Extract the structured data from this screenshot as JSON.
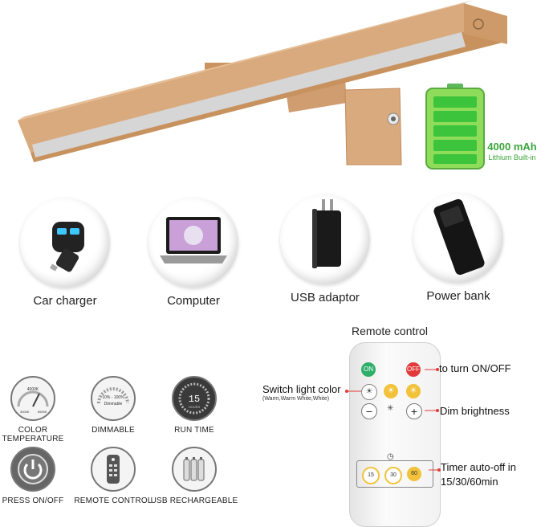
{
  "battery": {
    "capacity": "4000 mAh",
    "type": "Lithium Built-in"
  },
  "power_sources": [
    {
      "label": "Car charger",
      "icon": "car-charger-icon"
    },
    {
      "label": "Computer",
      "icon": "laptop-icon"
    },
    {
      "label": "USB adaptor",
      "icon": "usb-adaptor-icon"
    },
    {
      "label": "Power bank",
      "icon": "power-bank-icon"
    }
  ],
  "features": [
    {
      "label": "COLOR TEMPERATURE",
      "icon": "color-temperature-icon",
      "gauge_text": "4000K",
      "gauge_min": "3000K",
      "gauge_max": "6500K"
    },
    {
      "label": "DIMMABLE",
      "icon": "dimmable-icon",
      "gauge_text": "10% - 100%",
      "gauge_sub": "Dimmable"
    },
    {
      "label": "RUN TIME",
      "icon": "run-time-icon",
      "gauge_text": "15",
      "gauge_sub": "HOURS"
    },
    {
      "label": "PRESS ON/OFF",
      "icon": "power-icon"
    },
    {
      "label": "REMOTE CONTROL",
      "icon": "remote-icon"
    },
    {
      "label": "USB RECHARGEABLE",
      "icon": "battery-cells-icon"
    }
  ],
  "remote": {
    "title": "Remote control",
    "on_label": "ON",
    "off_label": "OFF",
    "timer_values": [
      "15",
      "30",
      "60"
    ],
    "callouts": {
      "on_off": "to turn ON/OFF",
      "switch_color": "Switch light color",
      "switch_color_sub": "(Warm,Warm White,White)",
      "dim": "Dim brightness",
      "timer_line1": "Timer auto-off in",
      "timer_line2": "15/30/60min"
    },
    "colors": {
      "on": "#2fae6a",
      "off": "#e23a3a",
      "warm": "#f2c23a"
    }
  },
  "colors": {
    "lamp": "#d8a77a",
    "battery_green": "#3aa53a"
  }
}
